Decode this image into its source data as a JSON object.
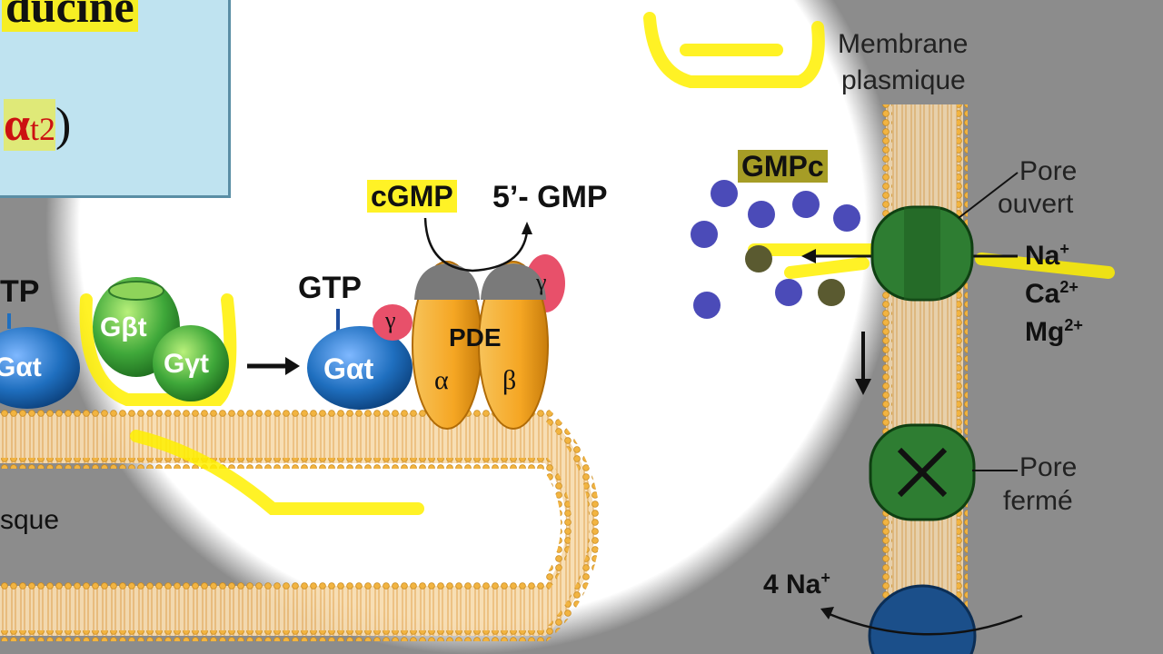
{
  "title_box": {
    "partial_word": "ducine",
    "subunit_open": "(",
    "subunit_symbol": "α",
    "subunit_sub": "t2",
    "subunit_close": ")"
  },
  "labels": {
    "gtp_left": "TP",
    "g_alpha_left": "Gαt",
    "g_beta": "Gβt",
    "g_gamma": "Gγt",
    "gtp": "GTP",
    "g_alpha": "Gαt",
    "pde": "PDE",
    "pde_alpha": "α",
    "pde_beta": "β",
    "gamma_left": "γ",
    "gamma_right": "γ",
    "cgmp": "cGMP",
    "five_gmp": "5’- GMP",
    "gmpc": "GMPc",
    "membrane": "Membrane",
    "plasmique": "plasmique",
    "pore_ouvert_1": "Pore",
    "pore_ouvert_2": "ouvert",
    "na": "Na",
    "na_sup": "+",
    "ca": "Ca",
    "ca_sup": "2+",
    "mg": "Mg",
    "mg_sup": "2+",
    "pore_ferme_1": "Pore",
    "pore_ferme_2": "fermé",
    "four_na": "4 Na",
    "four_na_sup": "+",
    "disque": "sque"
  },
  "colors": {
    "background_dim": "#8c8c8c",
    "spotlight": "#ffffff",
    "highlight": "#fff000",
    "lipid": "#f2b441",
    "g_alpha": "#1f6fbf",
    "g_beta_gamma": "#3fa83a",
    "pde": "#f5a623",
    "gamma_pink": "#e8506a",
    "cgmp_dot": "#4b4bb8",
    "title_box": "#bfe3f0",
    "alpha_red": "#cc1111"
  }
}
